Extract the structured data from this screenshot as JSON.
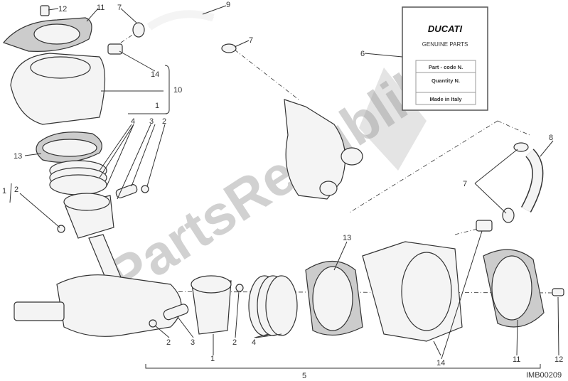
{
  "diagram_code": "IMB00209",
  "watermark": "PartsRepublik",
  "label_card": {
    "brand": "DUCATI",
    "subtitle": "GENUINE PARTS",
    "rows": [
      "Part - code N.",
      "Quantity N.",
      "Made in Italy"
    ]
  },
  "callouts": [
    "12",
    "11",
    "7",
    "9",
    "7",
    "14",
    "10",
    "1",
    "4",
    "3",
    "2",
    "13",
    "1",
    "2",
    "6",
    "8",
    "7",
    "13",
    "2",
    "3",
    "1",
    "2",
    "4",
    "5",
    "14",
    "11",
    "12"
  ],
  "colors": {
    "line": "#333333",
    "watermark": "#9a9a9a"
  }
}
